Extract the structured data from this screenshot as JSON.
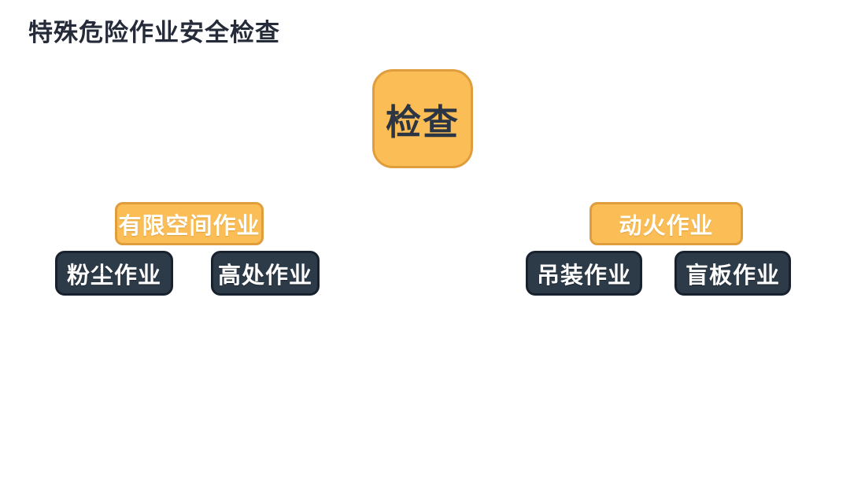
{
  "page": {
    "title": "特殊危险作业安全检查",
    "background": "#ffffff"
  },
  "colors": {
    "orange_fill": "#fbbd55",
    "orange_border": "#e09d3c",
    "dark_fill": "#2d3a48",
    "dark_border": "#18222e",
    "title_text": "#262b3a",
    "root_text": "#2b3544",
    "light_text": "#ffffff"
  },
  "diagram": {
    "root": {
      "label": "检查"
    },
    "groups": [
      {
        "parent": {
          "label": "有限空间作业"
        },
        "children": [
          {
            "label": "粉尘作业"
          },
          {
            "label": "高处作业"
          }
        ]
      },
      {
        "parent": {
          "label": "动火作业"
        },
        "children": [
          {
            "label": "吊装作业"
          },
          {
            "label": "盲板作业"
          }
        ]
      }
    ]
  }
}
